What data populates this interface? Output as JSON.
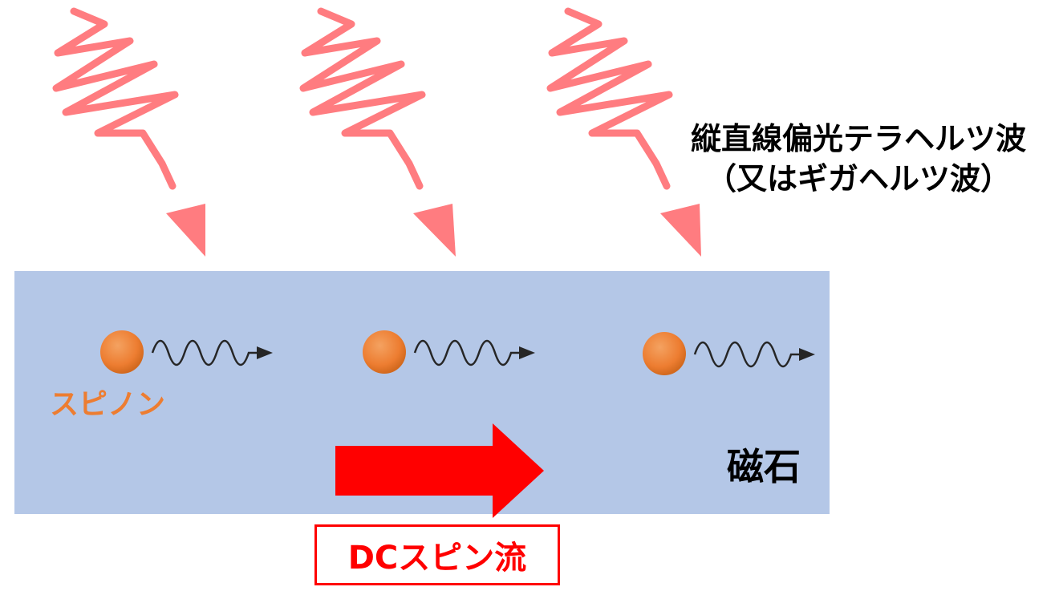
{
  "wave_caption": {
    "line1": "縦直線偏光テラヘルツ波",
    "line2": "（又はギガヘルツ波）"
  },
  "spinon_label": "スピノン",
  "magnet_label": "磁石",
  "dc_label": "DCスピン流",
  "colors": {
    "magnet": "#b4c7e7",
    "wave": "#ff7c80",
    "spinon": "#ed7d31",
    "dc_arrow": "#ff0000",
    "spin_wave": "#262626"
  }
}
